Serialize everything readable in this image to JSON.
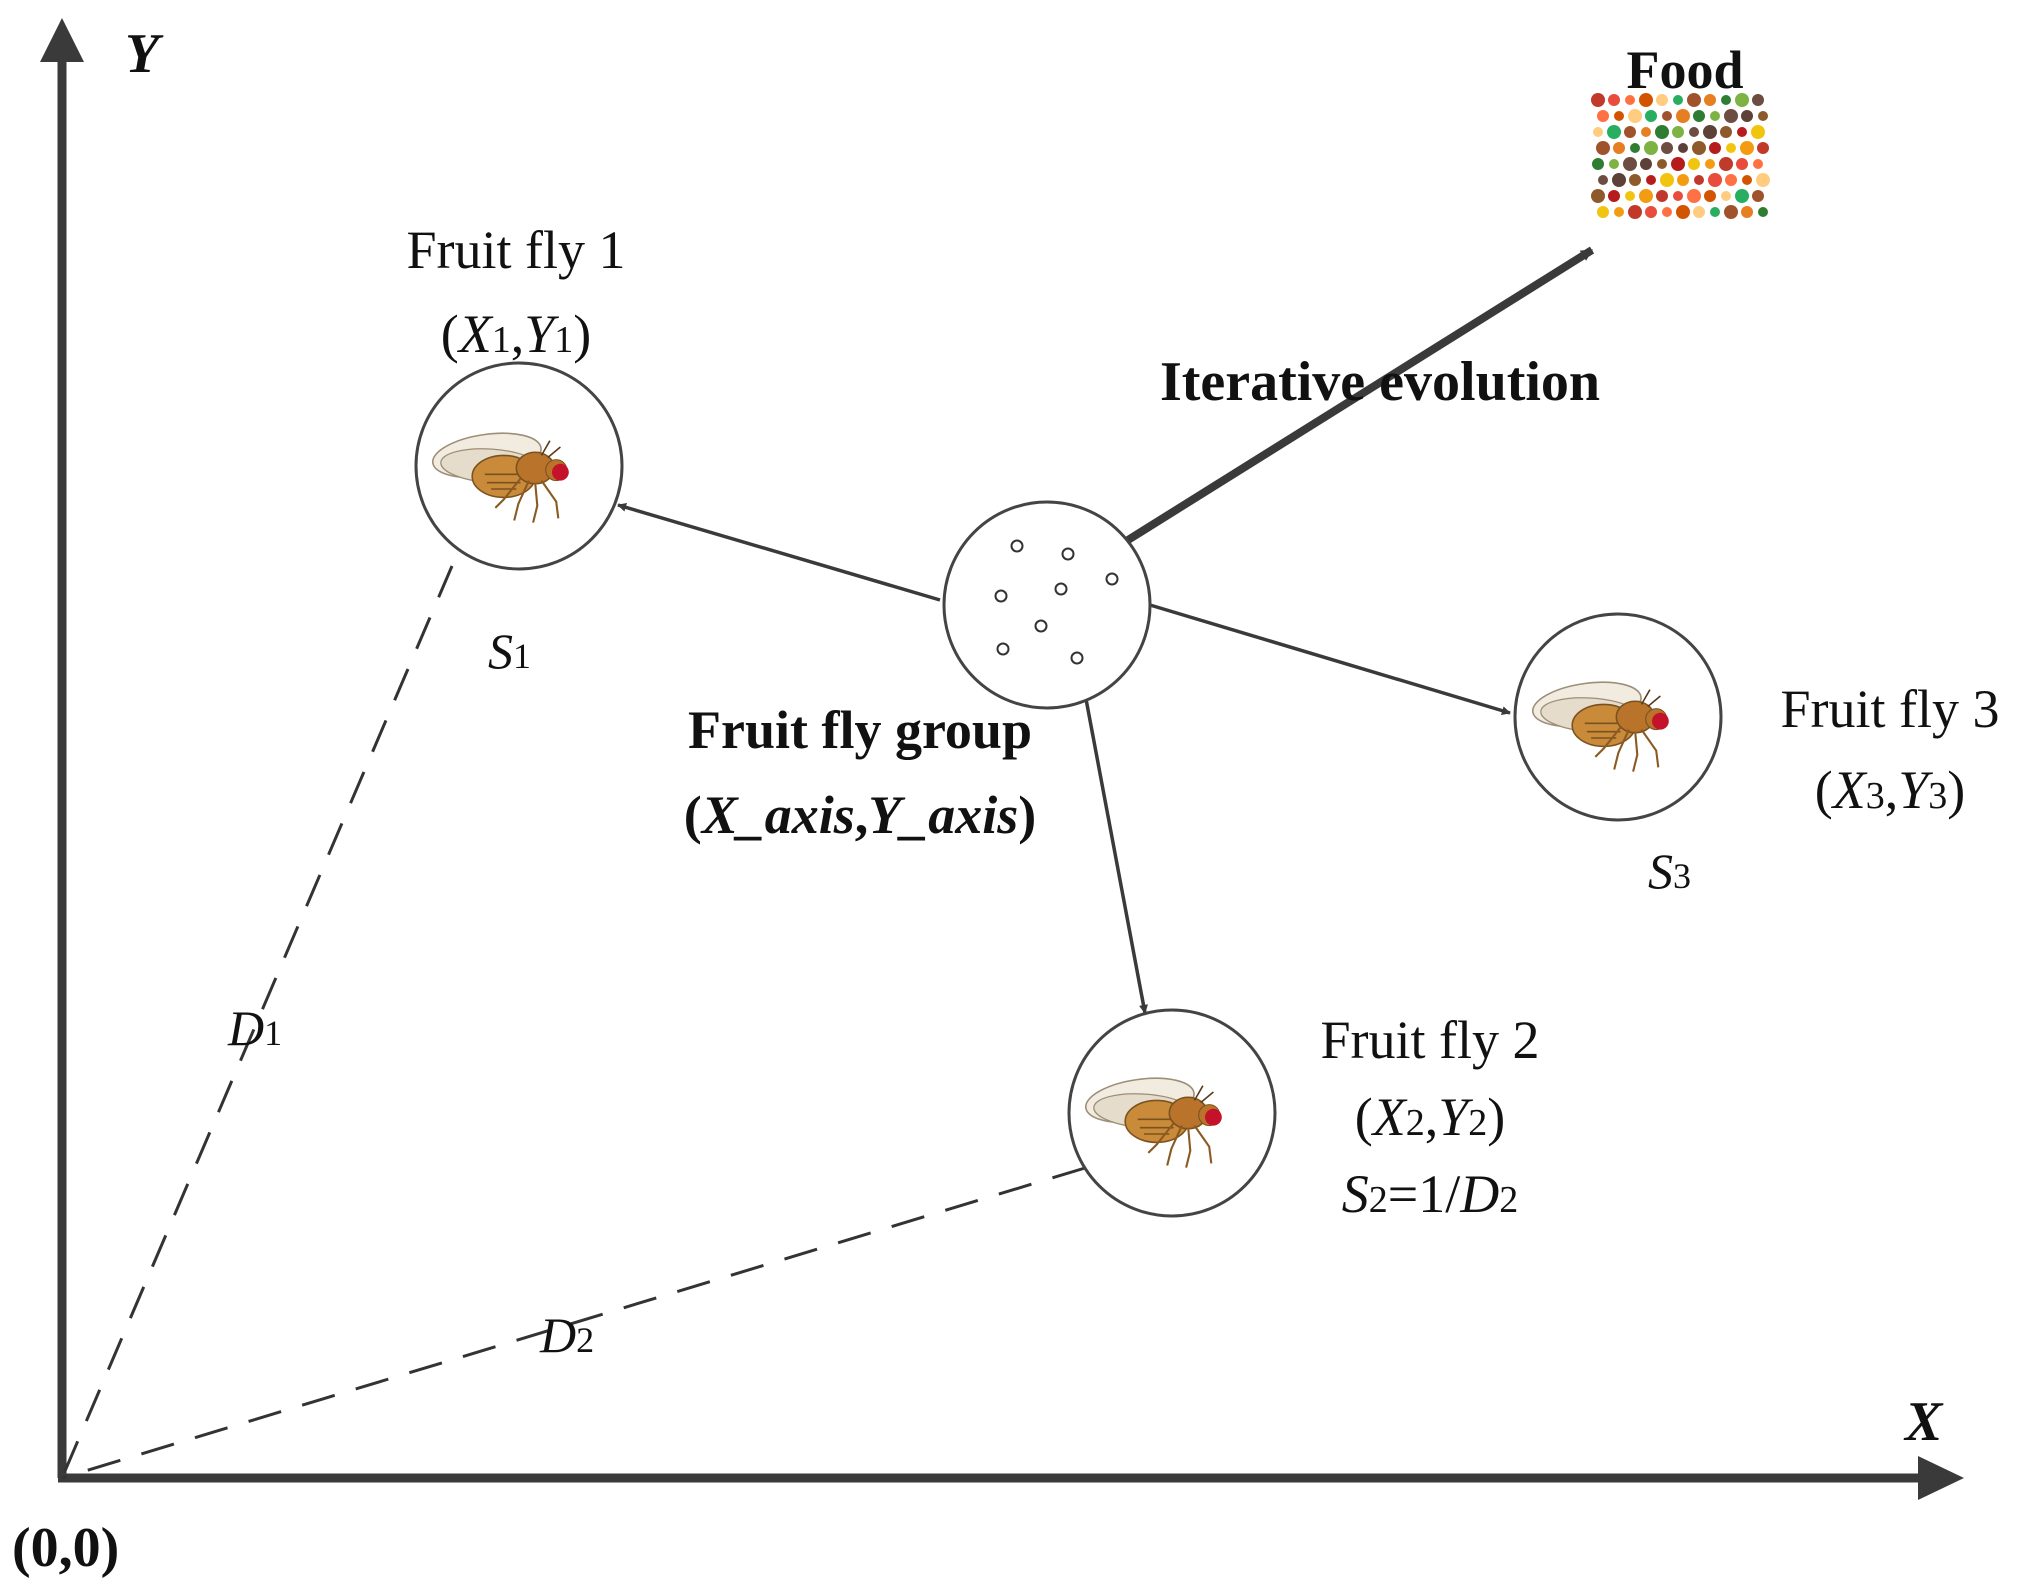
{
  "axes": {
    "y_label": "Y",
    "x_label": "X",
    "origin_label": "(0,0)"
  },
  "food": {
    "label": "Food",
    "icon": "food-collage-icon"
  },
  "iterative_evolution": {
    "label": "Iterative evolution"
  },
  "group": {
    "title": "Fruit fly group",
    "coords": {
      "open": "(",
      "x": "X_axis",
      "comma": ",",
      "y": "Y_axis",
      "close": ")"
    }
  },
  "fly1": {
    "title": "Fruit fly 1",
    "open": "(",
    "x": "X",
    "x_sub": "1",
    "comma": ",",
    "y": "Y",
    "y_sub": "1",
    "close": ")",
    "s": "S",
    "s_sub": "1",
    "icon": "fruit-fly-icon"
  },
  "fly2": {
    "title": "Fruit fly 2",
    "open": "(",
    "x": "X",
    "x_sub": "2",
    "comma": ",",
    "y": "Y",
    "y_sub": "2",
    "close": ")",
    "s": "S",
    "s_sub": "2",
    "eq": "=1/",
    "d": "D",
    "d_sub": "2",
    "icon": "fruit-fly-icon"
  },
  "fly3": {
    "title": "Fruit fly 3",
    "open": "(",
    "x": "X",
    "x_sub": "3",
    "comma": ",",
    "y": "Y",
    "y_sub": "3",
    "close": ")",
    "s": "S",
    "s_sub": "3",
    "icon": "fruit-fly-icon"
  },
  "distances": {
    "d1": "D",
    "d1_sub": "1",
    "d2": "D",
    "d2_sub": "2"
  },
  "colors": {
    "ink": "#111111",
    "arrow": "#3a3a3a",
    "fly_body": "#c98a3a",
    "fly_eye": "#c4122a"
  }
}
